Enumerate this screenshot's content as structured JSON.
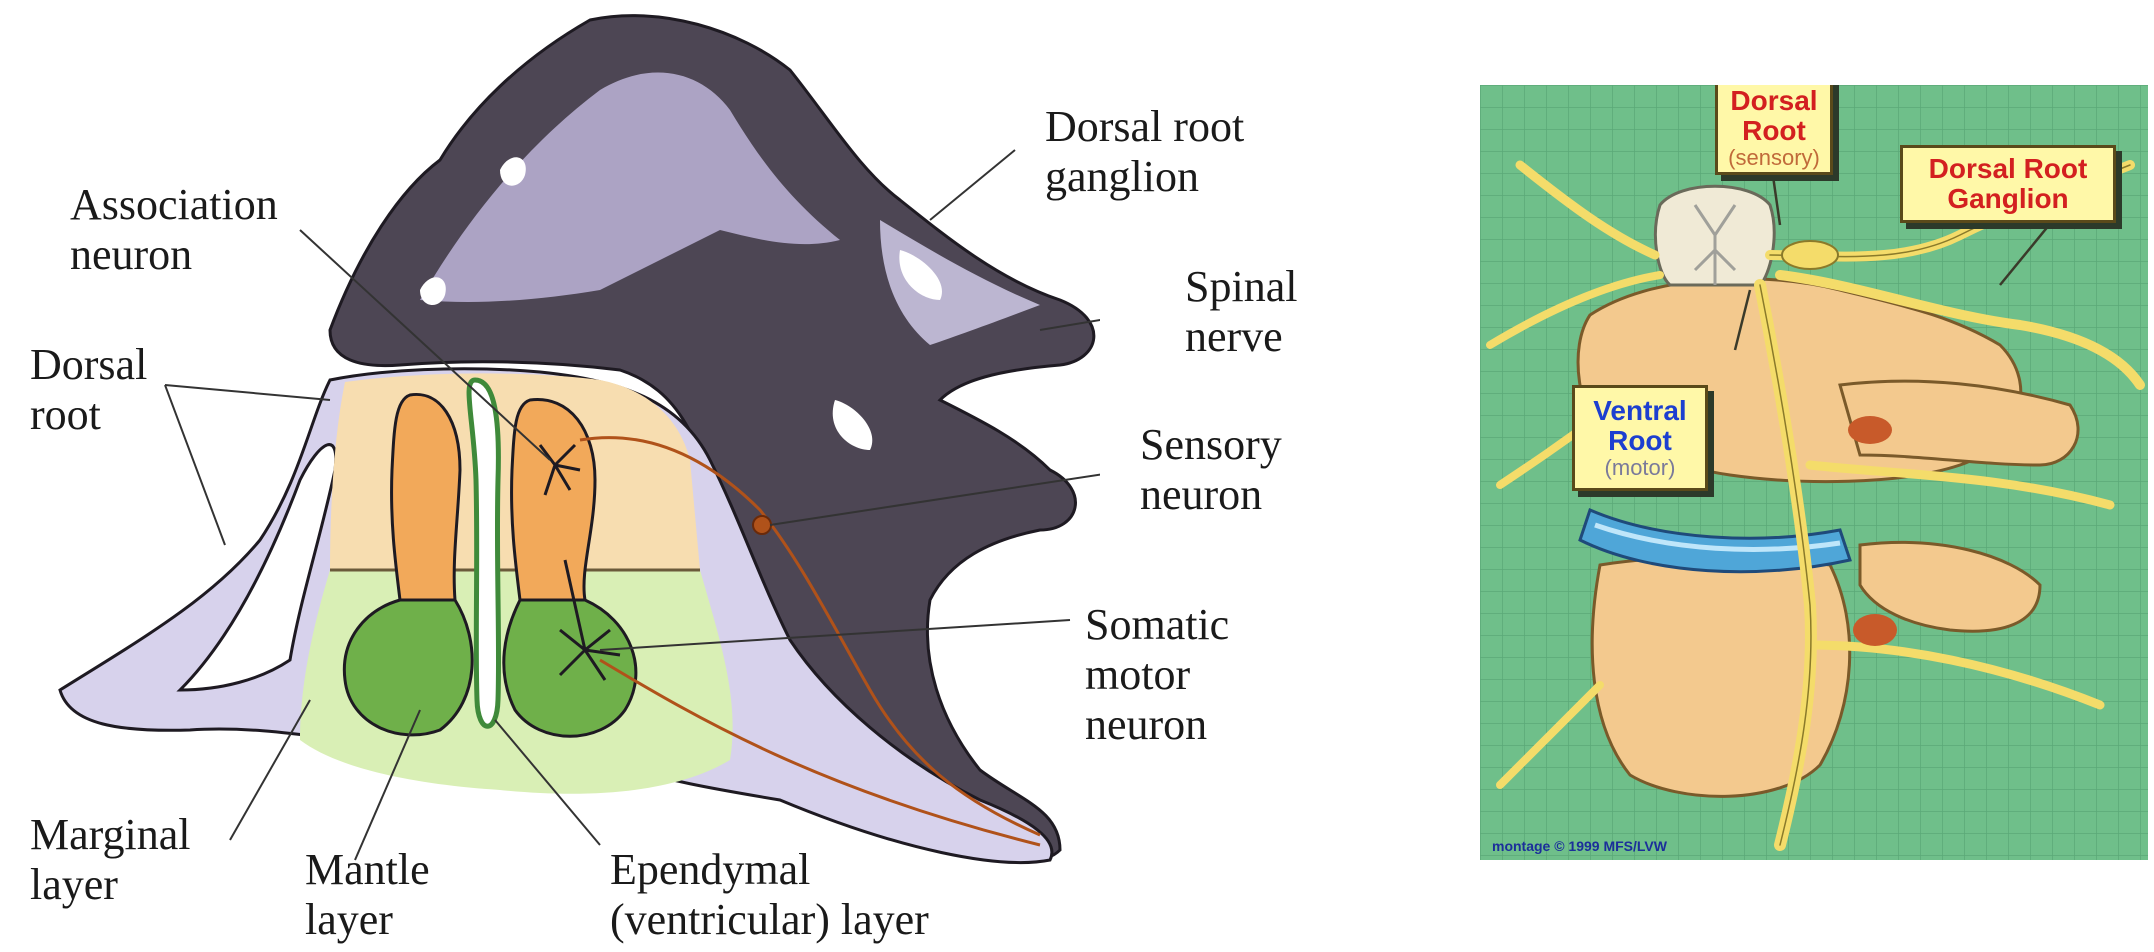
{
  "left_diagram": {
    "labels": {
      "association_neuron": [
        "Association",
        "neuron"
      ],
      "dorsal_root_ganglion": [
        "Dorsal root",
        "ganglion"
      ],
      "spinal_nerve": [
        "Spinal",
        "nerve"
      ],
      "dorsal_root": [
        "Dorsal",
        "root"
      ],
      "sensory_neuron": [
        "Sensory",
        "neuron"
      ],
      "somatic_motor_neuron": [
        "Somatic",
        "motor",
        "neuron"
      ],
      "marginal_layer": [
        "Marginal",
        "layer"
      ],
      "mantle_layer": [
        "Mantle",
        "layer"
      ],
      "ependymal_layer": [
        "Ependymal",
        "(ventricular) layer"
      ]
    },
    "colors": {
      "ganglion_dark": "#4a4450",
      "ganglion_light": "#c9c2df",
      "marginal": "#d8d4ec",
      "dorsal_zone": "#f7ddb0",
      "ventral_zone": "#d9efb5",
      "alar_plate": "#f2a95a",
      "basal_plate": "#6fb04a",
      "neuron_line": "#b0521a"
    }
  },
  "right_diagram": {
    "tags": {
      "dorsal_root": {
        "title": "Dorsal Root",
        "sub": "(sensory)"
      },
      "dorsal_root_ganglion": {
        "title": "Dorsal Root Ganglion"
      },
      "ventral_root": {
        "title": "Ventral Root",
        "sub": "(motor)"
      }
    },
    "credit": "montage © 1999 MFS/LVW",
    "colors": {
      "background": "#6fbf8a",
      "grid": "#5aa878",
      "vertebra": "#f3c98e",
      "nerve": "#f4dc6a",
      "disc": "#4fa6d8"
    }
  }
}
